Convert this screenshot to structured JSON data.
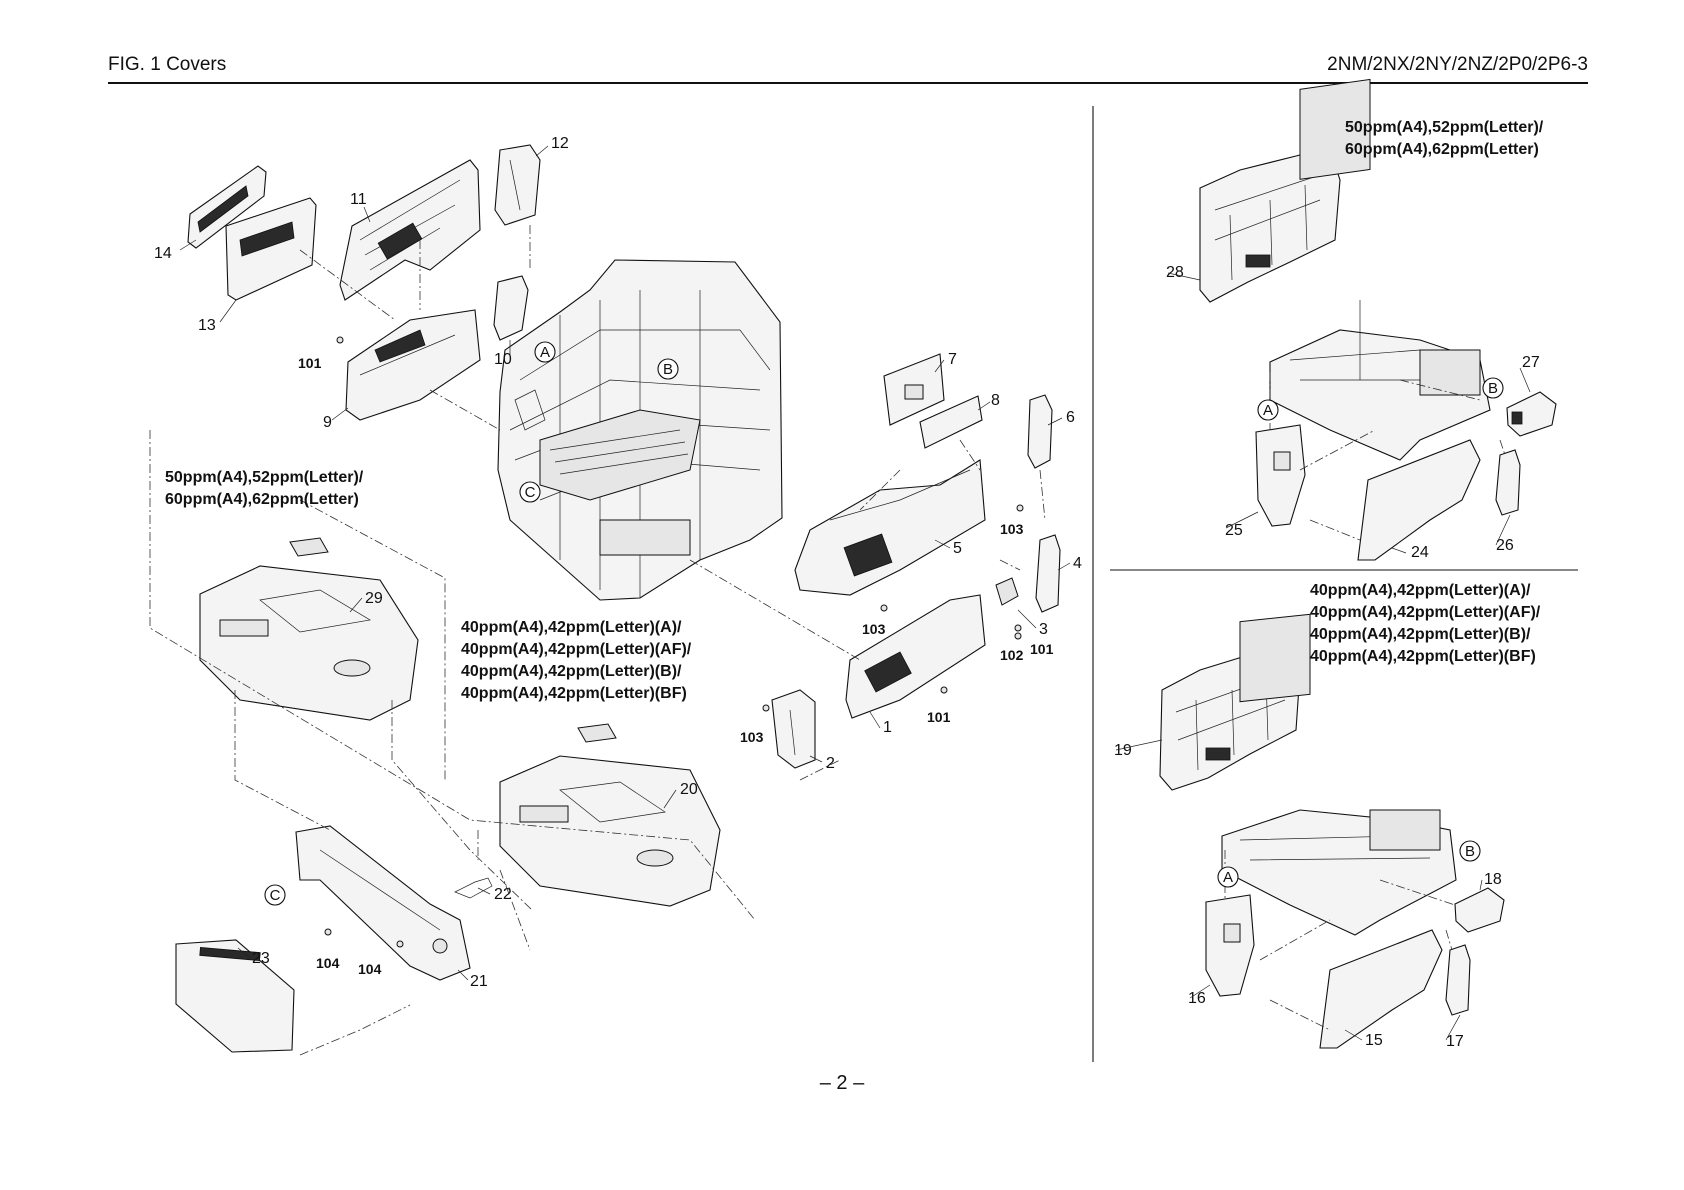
{
  "header": {
    "figure_title": "FIG. 1  Covers",
    "model_codes": "2NM/2NX/2NY/2NZ/2P0/2P6-3"
  },
  "page_number": "– 2 –",
  "notes": {
    "left_fast": [
      "50ppm(A4),52ppm(Letter)/",
      "60ppm(A4),62ppm(Letter)"
    ],
    "left_slow": [
      "40ppm(A4),42ppm(Letter)(A)/",
      "40ppm(A4),42ppm(Letter)(AF)/",
      "40ppm(A4),42ppm(Letter)(B)/",
      "40ppm(A4),42ppm(Letter)(BF)"
    ],
    "right_fast": [
      "50ppm(A4),52ppm(Letter)/",
      "60ppm(A4),62ppm(Letter)"
    ],
    "right_slow": [
      "40ppm(A4),42ppm(Letter)(A)/",
      "40ppm(A4),42ppm(Letter)(AF)/",
      "40ppm(A4),42ppm(Letter)(B)/",
      "40ppm(A4),42ppm(Letter)(BF)"
    ]
  },
  "part_labels": {
    "p1": "1",
    "p2": "2",
    "p3": "3",
    "p4": "4",
    "p5": "5",
    "p6": "6",
    "p7": "7",
    "p8": "8",
    "p9": "9",
    "p10": "10",
    "p11": "11",
    "p12": "12",
    "p13": "13",
    "p14": "14",
    "p15": "15",
    "p16": "16",
    "p17": "17",
    "p18": "18",
    "p19": "19",
    "p20": "20",
    "p21": "21",
    "p22": "22",
    "p23": "23",
    "p24": "24",
    "p25": "25",
    "p26": "26",
    "p27": "27",
    "p28": "28",
    "p29": "29"
  },
  "screw_labels": {
    "s101a": "101",
    "s101b": "101",
    "s101c": "101",
    "s102": "102",
    "s103a": "103",
    "s103b": "103",
    "s103c": "103",
    "s104a": "104",
    "s104b": "104"
  },
  "reference_markers": {
    "A": "A",
    "B": "B",
    "C": "C"
  }
}
